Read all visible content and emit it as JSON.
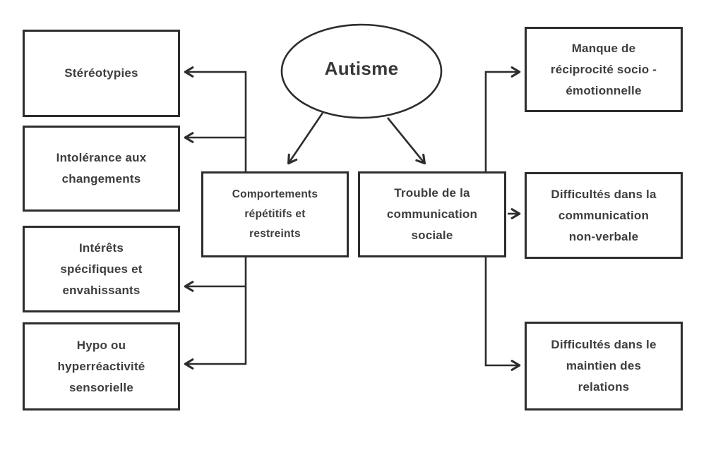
{
  "diagram": {
    "root": {
      "label": "Autisme"
    },
    "center_nodes": {
      "comportements": {
        "label": "Comportements\nrépétitifs et\nrestreints"
      },
      "trouble": {
        "label": "Trouble de la\ncommunication\nsociale"
      }
    },
    "left_nodes": [
      {
        "label": "Stéréotypies"
      },
      {
        "label": "Intolérance aux\nchangements"
      },
      {
        "label": "Intérêts\nspécifiques et\nenvahissants"
      },
      {
        "label": "Hypo ou\nhyperréactivité\nsensorielle"
      }
    ],
    "right_nodes": [
      {
        "label": "Manque de\nréciprocité socio -\némotionnelle"
      },
      {
        "label": "Difficultés dans la\ncommunication\nnon-verbale"
      },
      {
        "label": "Difficultés dans le\nmaintien des\nrelations"
      }
    ],
    "colors": {
      "stroke": "#2d2d2d",
      "text": "#3d3d3d",
      "background": "#ffffff"
    }
  }
}
